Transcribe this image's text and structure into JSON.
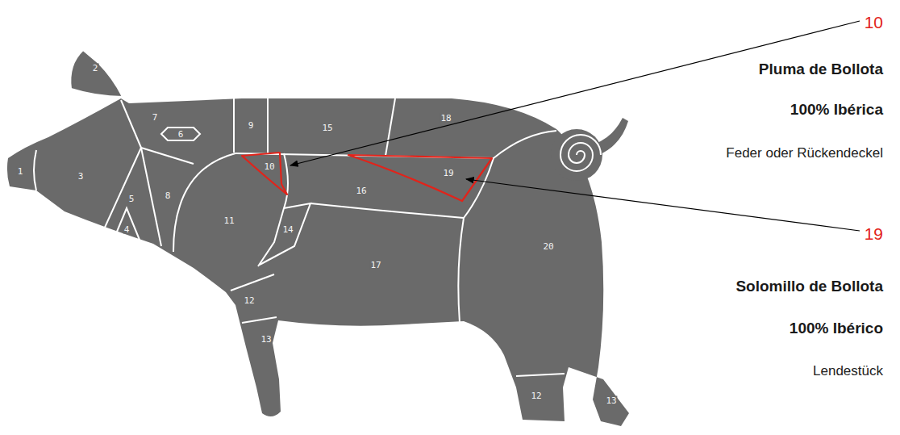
{
  "diagram": {
    "labels": [
      "2",
      "7",
      "6",
      "9",
      "15",
      "18",
      "1",
      "3",
      "10",
      "16",
      "19",
      "5",
      "8",
      "11",
      "4",
      "14",
      "17",
      "20",
      "12",
      "13",
      "12",
      "13",
      "10",
      "Pluma de Bollota",
      "100% Ibérica",
      "Feder oder Rückendeckel",
      "19",
      "Solomillo de Bollota",
      "100% Ibérico",
      "Lendestück"
    ]
  }
}
